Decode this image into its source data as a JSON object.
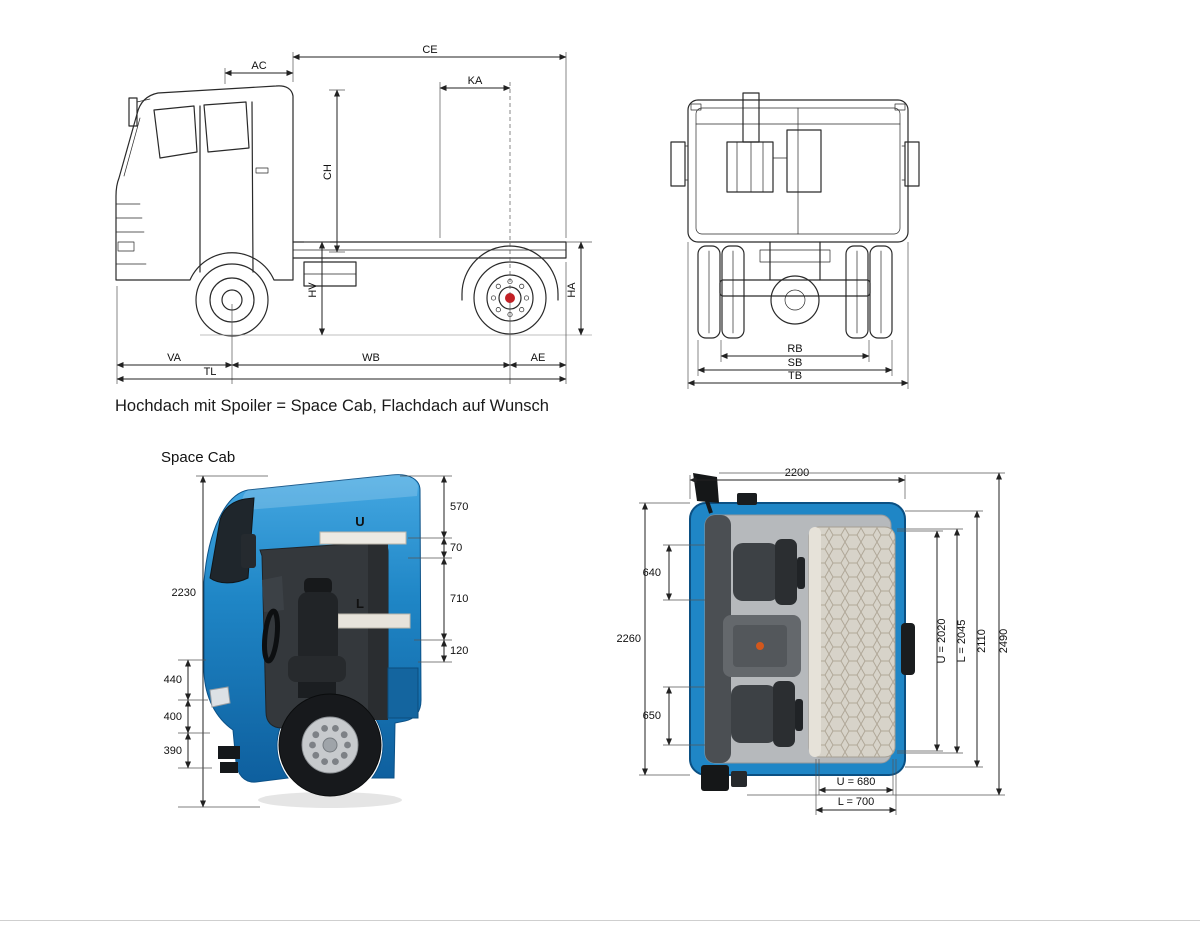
{
  "colors": {
    "cab_blue": "#1f86c6",
    "wheel_hub_red": "#c32026"
  },
  "caption": "Hochdach mit Spoiler = Space Cab, Flachdach auf Wunsch",
  "side_view": {
    "labels": {
      "ac": "AC",
      "ce": "CE",
      "ka": "KA",
      "ch": "CH",
      "hv": "HV",
      "ha": "HA",
      "va": "VA",
      "wb": "WB",
      "ae": "AE",
      "tl": "TL"
    }
  },
  "rear_view": {
    "labels": {
      "rb": "RB",
      "sb": "SB",
      "tb": "TB"
    }
  },
  "cab_side": {
    "title": "Space Cab",
    "zone_upper": "U",
    "zone_lower": "L",
    "dims": {
      "roof_to_upper": "570",
      "upper_gap": "70",
      "upper_to_floor": "710",
      "floor_step": "120",
      "overall_height": "2230",
      "step1": "440",
      "step2": "400",
      "step3": "390"
    }
  },
  "cab_top": {
    "dims": {
      "width": "2200",
      "seat1": "640",
      "overall_width": "2260",
      "seat2": "650",
      "upper_length": "U = 2020",
      "lower_length": "L = 2045",
      "inner_length": "2110",
      "overall_length": "2490",
      "upper_bed_width": "U = 680",
      "lower_bed_width": "L = 700"
    }
  }
}
